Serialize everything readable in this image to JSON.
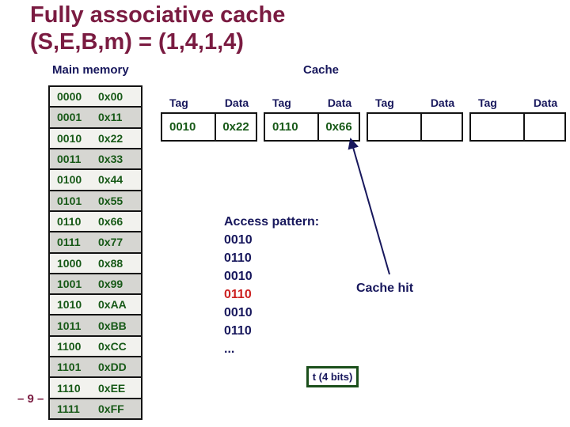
{
  "slide": {
    "title_line1": "Fully associative cache",
    "title_line2": "(S,E,B,m) = (1,4,1,4)",
    "page_number": "– 9 –"
  },
  "main_memory": {
    "label": "Main memory",
    "rows": [
      {
        "address": "0000",
        "value": "0x00"
      },
      {
        "address": "0001",
        "value": "0x11"
      },
      {
        "address": "0010",
        "value": "0x22"
      },
      {
        "address": "0011",
        "value": "0x33"
      },
      {
        "address": "0100",
        "value": "0x44"
      },
      {
        "address": "0101",
        "value": "0x55"
      },
      {
        "address": "0110",
        "value": "0x66"
      },
      {
        "address": "0111",
        "value": "0x77"
      },
      {
        "address": "1000",
        "value": "0x88"
      },
      {
        "address": "1001",
        "value": "0x99"
      },
      {
        "address": "1010",
        "value": "0xAA"
      },
      {
        "address": "1011",
        "value": "0xBB"
      },
      {
        "address": "1100",
        "value": "0xCC"
      },
      {
        "address": "1101",
        "value": "0xDD"
      },
      {
        "address": "1110",
        "value": "0xEE"
      },
      {
        "address": "1111",
        "value": "0xFF"
      }
    ]
  },
  "cache": {
    "label": "Cache",
    "tag_header": "Tag",
    "data_header": "Data",
    "entries": [
      {
        "tag": "0010",
        "data": "0x22"
      },
      {
        "tag": "0110",
        "data": "0x66"
      },
      {
        "tag": "",
        "data": ""
      },
      {
        "tag": "",
        "data": ""
      }
    ]
  },
  "access_pattern": {
    "label": "Access pattern:",
    "items": [
      {
        "value": "0010",
        "highlight": false
      },
      {
        "value": "0110",
        "highlight": false
      },
      {
        "value": "0010",
        "highlight": false
      },
      {
        "value": "0110",
        "highlight": true
      },
      {
        "value": "0010",
        "highlight": false
      },
      {
        "value": "0110",
        "highlight": false
      },
      {
        "value": "...",
        "highlight": false
      }
    ]
  },
  "annotations": {
    "cache_hit_label": "Cache hit",
    "address_bits_label": "t (4 bits)"
  },
  "colors": {
    "title_maroon": "#7a1b41",
    "navy": "#17175c",
    "green": "#175917",
    "highlight_red": "#cc2121",
    "row_light": "#f2f2ee",
    "row_dark": "#d6d6d2"
  }
}
